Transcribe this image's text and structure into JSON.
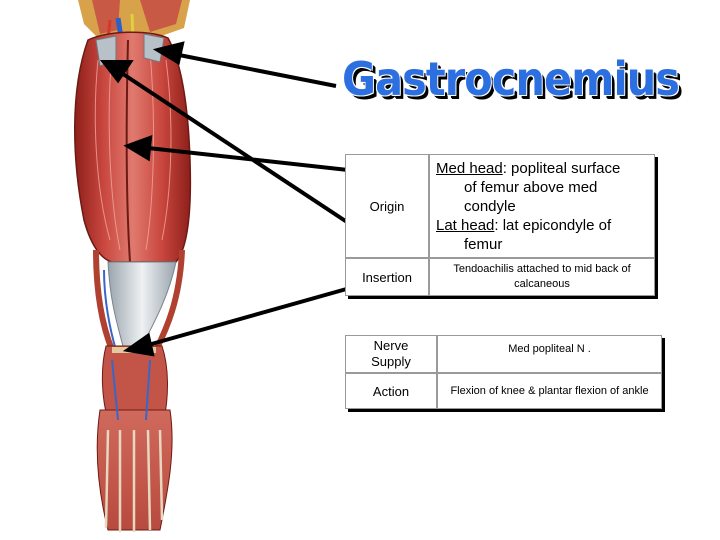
{
  "title": "Gastrocnemius",
  "rows": {
    "origin": {
      "label": "Origin",
      "med_head_term": "Med head",
      "med_head_rest": ": popliteal surface",
      "med_head_line2": "of femur above med",
      "med_head_line3": "condyle",
      "lat_head_term": "Lat head",
      "lat_head_rest": ": lat epicondyle of",
      "lat_head_line2": "femur"
    },
    "insertion": {
      "label": "Insertion",
      "value": "Tendoachilis attached to mid back of calcaneous"
    },
    "nerve_supply": {
      "label": "Nerve Supply",
      "value": "Med popliteal N ."
    },
    "action": {
      "label": "Action",
      "value": "Flexion of knee & plantar flexion of ankle"
    }
  },
  "colors": {
    "title": "#2c6fe0",
    "muscle": "#c8443c",
    "tendon": "#d8dde0",
    "arrow": "#000000"
  }
}
